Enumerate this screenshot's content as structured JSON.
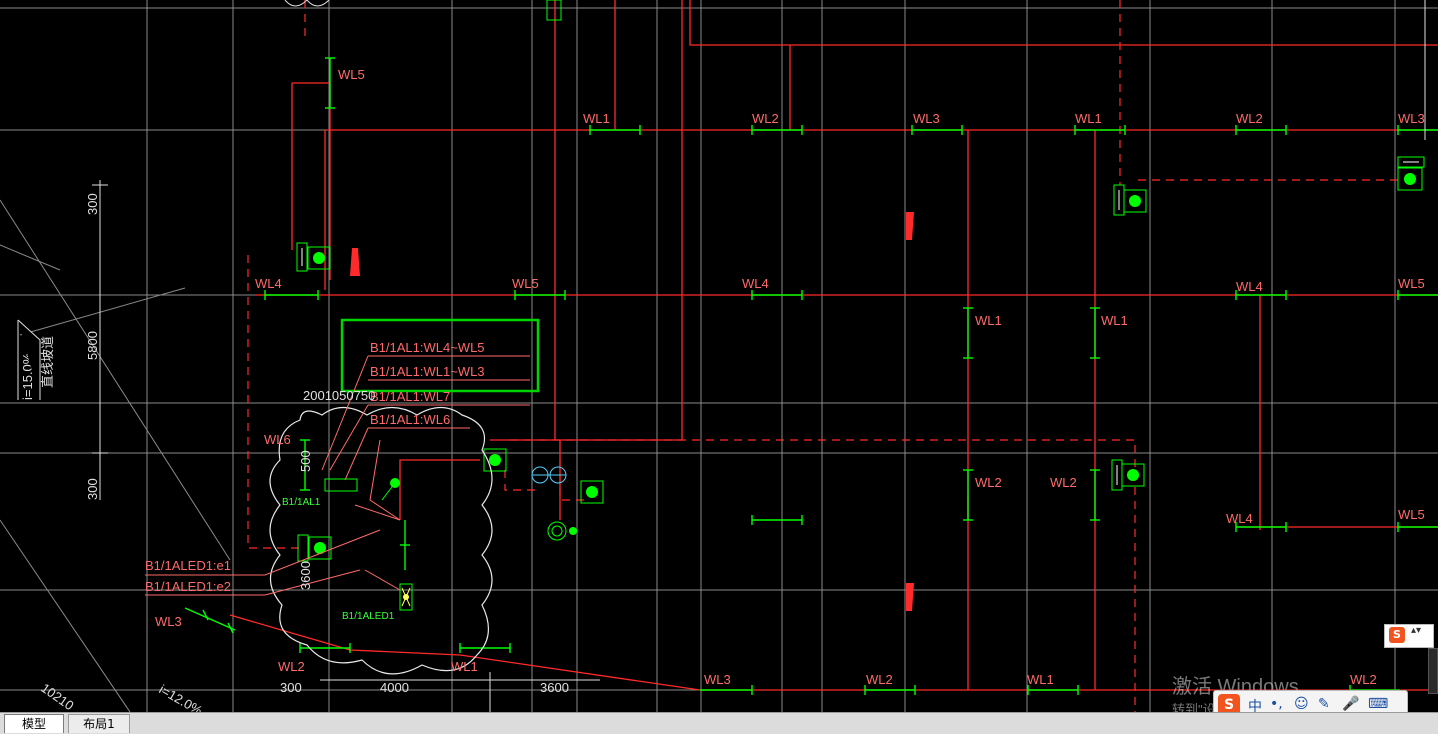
{
  "tabs": {
    "model": "模型",
    "layout1": "布局1"
  },
  "watermark": {
    "title": "激活 Windows",
    "subtitle": "转到\"设置\"以激活 Windows。"
  },
  "ime": {
    "logo": "S",
    "mode": "中",
    "punct": "•,",
    "emoji": "☺",
    "pen": "✎",
    "mic": "🎤",
    "keyboard": "⌨"
  },
  "side_widget": {
    "logo": "S",
    "arrows": "▴▾"
  },
  "drawing": {
    "colors": {
      "background": "#000000",
      "grid": "#8a8a8a",
      "wire": "#ff2a2a",
      "fixture": "#00ff00",
      "label_red": "#ff6a6a",
      "dim": "#e0e0e0",
      "note_box": "#00d400"
    },
    "wire_labels": [
      {
        "text": "WL5"
      },
      {
        "text": "WL1"
      },
      {
        "text": "WL2"
      },
      {
        "text": "WL3"
      },
      {
        "text": "WL1"
      },
      {
        "text": "WL2"
      },
      {
        "text": "WL3"
      },
      {
        "text": "WL4"
      },
      {
        "text": "WL5"
      },
      {
        "text": "WL4"
      },
      {
        "text": "WL4"
      },
      {
        "text": "WL5"
      },
      {
        "text": "WL1"
      },
      {
        "text": "WL1"
      },
      {
        "text": "WL6"
      },
      {
        "text": "WL2"
      },
      {
        "text": "WL2"
      },
      {
        "text": "WL4"
      },
      {
        "text": "WL5"
      },
      {
        "text": "WL3"
      },
      {
        "text": "WL2"
      },
      {
        "text": "WL1"
      },
      {
        "text": "WL3"
      },
      {
        "text": "WL2"
      },
      {
        "text": "WL1"
      },
      {
        "text": "WL2"
      }
    ],
    "notes": [
      "B1/1AL1:WL4~WL5",
      "B1/1AL1:WL1~WL3",
      "B1/1AL1:WL7",
      "B1/1AL1:WL6"
    ],
    "led_notes": [
      "B1/1ALED1:e1",
      "B1/1ALED1:e2"
    ],
    "tags": {
      "al1": "B1/1AL1",
      "aled1": "B1/1ALED1"
    },
    "dimensions": [
      "300",
      "5800",
      "300",
      "2001050750",
      "500",
      "3600",
      "300",
      "4000",
      "3600",
      "10210"
    ],
    "slope_labels": {
      "slope1": "i=15.0%",
      "slope1_sub": "直线坡道",
      "slope2": "i=12.0%"
    }
  }
}
